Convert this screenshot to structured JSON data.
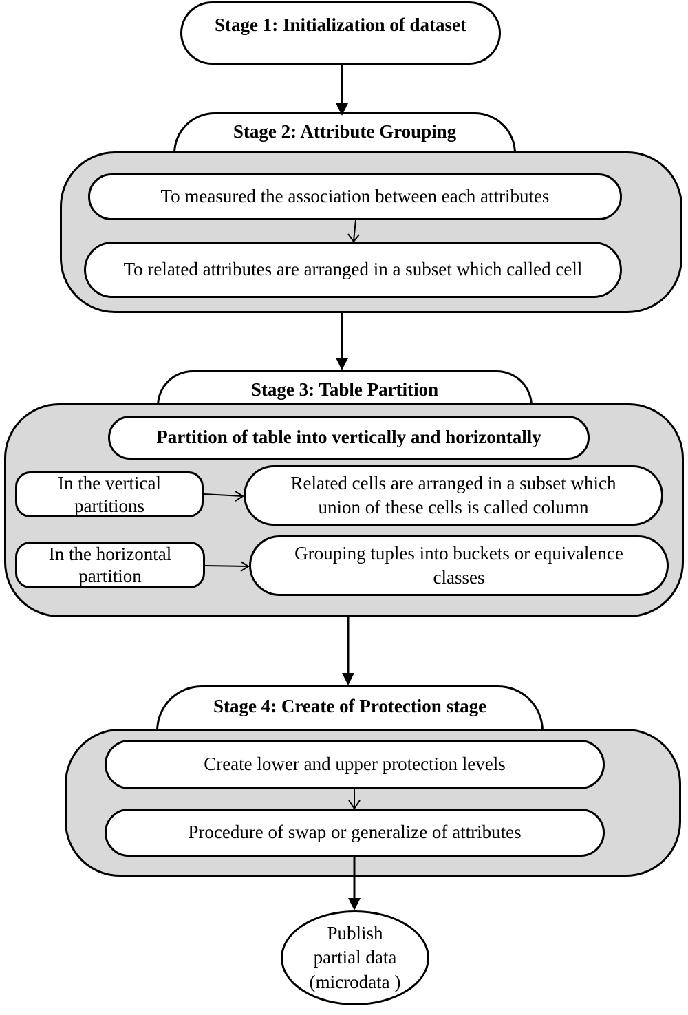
{
  "stage1": {
    "title": "Stage 1:  Initialization of dataset"
  },
  "stage2": {
    "title": "Stage 2: Attribute Grouping",
    "steps": [
      "To measured the association between each attributes",
      "To related attributes are arranged in a subset which called cell"
    ]
  },
  "stage3": {
    "title": "Stage 3: Table Partition",
    "header": "Partition of table into vertically and horizontally",
    "vertical": {
      "label": "In the vertical partitions",
      "result": "Related cells are arranged in a subset which union of these cells is called column"
    },
    "horizontal": {
      "label": "In the horizontal partition",
      "result": "Grouping tuples into buckets or equivalence classes"
    }
  },
  "stage4": {
    "title": "Stage 4: Create of Protection stage",
    "steps": [
      "Create lower and upper protection levels",
      "Procedure  of swap or generalize of attributes"
    ]
  },
  "output": {
    "label": "Publish partial data (microdata )"
  }
}
